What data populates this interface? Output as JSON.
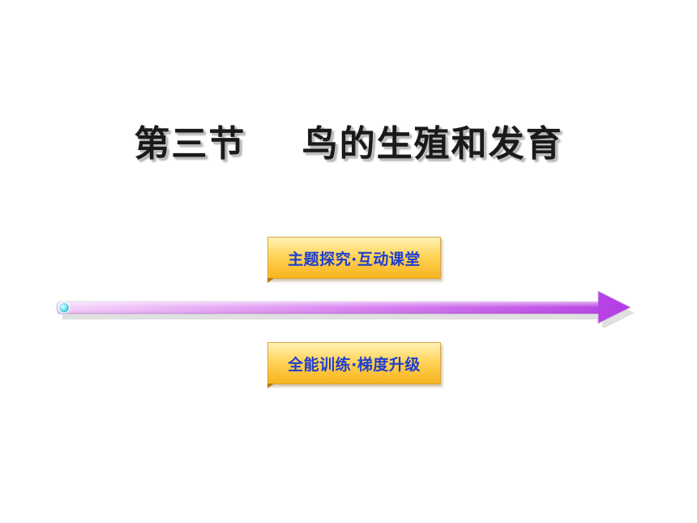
{
  "slide": {
    "title": "第三节    鸟的生殖和发育"
  },
  "buttons": {
    "top_label": "主题探究·互动课堂",
    "bottom_label": "全能训练·梯度升级"
  },
  "colors": {
    "arrow_start": "#f6d2fb",
    "arrow_end": "#b33be3",
    "button_text": "#1f3fd0",
    "button_fill": "#ffd45a"
  },
  "icons": {
    "timeline_arrow": "right-arrow-icon",
    "start_dot": "circle-dot-icon"
  }
}
